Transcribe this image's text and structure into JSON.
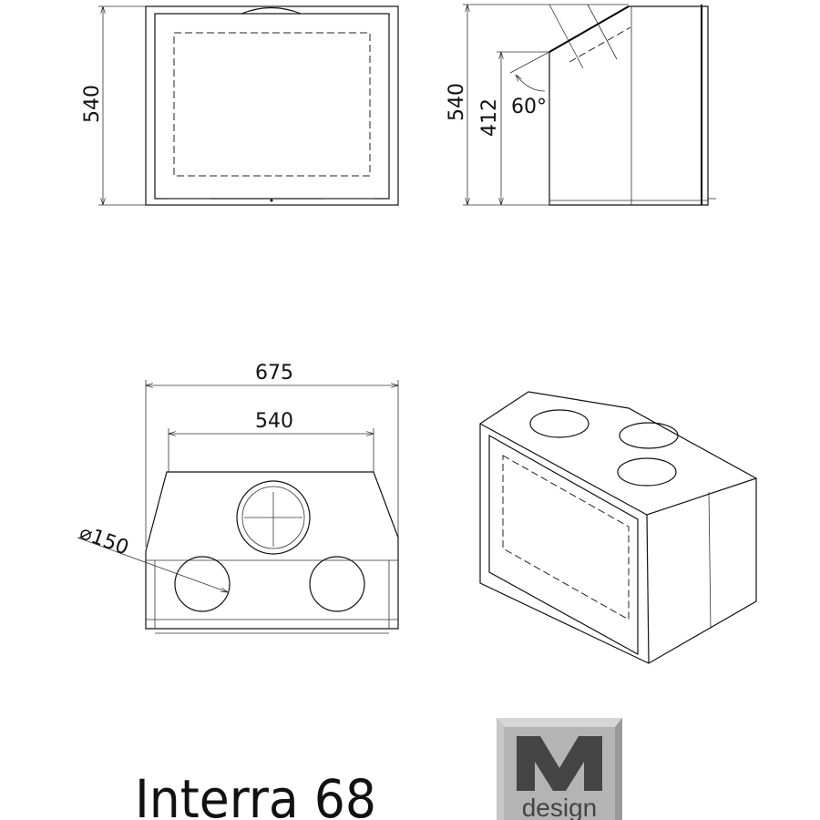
{
  "front_view": {
    "height_label": "540"
  },
  "side_view": {
    "height_label": "540",
    "lower_height_label": "412",
    "angle_label": "60°"
  },
  "top_view": {
    "overall_width_label": "675",
    "inner_width_label": "540",
    "diameter_label": "⌀150"
  },
  "product_name": "Interra 68",
  "logo": {
    "letter": "M",
    "word": "design",
    "background": "#b4b4b4",
    "text_color": "#444444"
  }
}
